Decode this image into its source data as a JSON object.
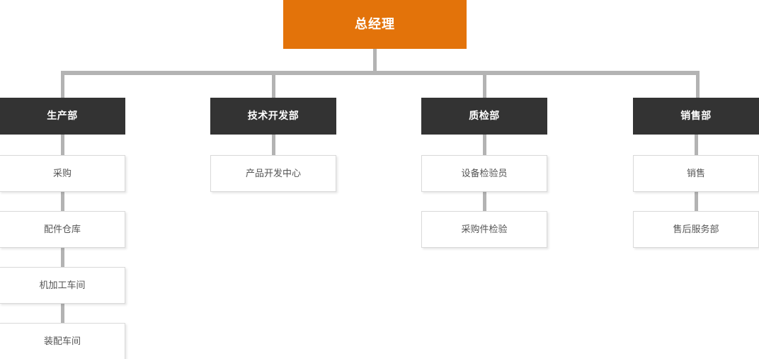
{
  "chart_data": {
    "type": "diagram",
    "diagram_type": "organization-chart",
    "title": "",
    "orientation": "top-down",
    "colors": {
      "root_fill": "#e3730a",
      "root_text": "#ffffff",
      "department_fill": "#333333",
      "department_text": "#ffffff",
      "sub_fill": "#ffffff",
      "sub_text": "#555555",
      "sub_border": "#d9d9d9",
      "connector": "#b3b3b3",
      "background": "#ffffff"
    },
    "nodes": {
      "root": {
        "label": "总经理",
        "level": 1
      },
      "departments": [
        {
          "label": "生产部",
          "level": 2,
          "children": [
            {
              "label": "采购",
              "level": 3
            },
            {
              "label": "配件仓库",
              "level": 3
            },
            {
              "label": "机加工车间",
              "level": 3
            },
            {
              "label": "装配车间",
              "level": 3
            }
          ]
        },
        {
          "label": "技术开发部",
          "level": 2,
          "children": [
            {
              "label": "产品开发中心",
              "level": 3
            }
          ]
        },
        {
          "label": "质检部",
          "level": 2,
          "children": [
            {
              "label": "设备检验员",
              "level": 3
            },
            {
              "label": "采购件检验",
              "level": 3
            }
          ]
        },
        {
          "label": "销售部",
          "level": 2,
          "children": [
            {
              "label": "销售",
              "level": 3
            },
            {
              "label": "售后服务部",
              "level": 3
            }
          ]
        }
      ]
    },
    "edges": [
      {
        "from": "总经理",
        "to": "生产部"
      },
      {
        "from": "总经理",
        "to": "技术开发部"
      },
      {
        "from": "总经理",
        "to": "质检部"
      },
      {
        "from": "总经理",
        "to": "销售部"
      },
      {
        "from": "生产部",
        "to": "采购"
      },
      {
        "from": "采购",
        "to": "配件仓库"
      },
      {
        "from": "配件仓库",
        "to": "机加工车间"
      },
      {
        "from": "机加工车间",
        "to": "装配车间"
      },
      {
        "from": "技术开发部",
        "to": "产品开发中心"
      },
      {
        "from": "质检部",
        "to": "设备检验员"
      },
      {
        "from": "设备检验员",
        "to": "采购件检验"
      },
      {
        "from": "销售部",
        "to": "销售"
      },
      {
        "from": "销售",
        "to": "售后服务部"
      }
    ]
  },
  "root": {
    "label": "总经理"
  },
  "columns": [
    {
      "dept": "生产部",
      "sub": [
        {
          "label": "采购"
        },
        {
          "label": "配件仓库"
        },
        {
          "label": "机加工车间"
        },
        {
          "label": "装配车间"
        }
      ]
    },
    {
      "dept": "技术开发部",
      "sub": [
        {
          "label": "产品开发中心"
        }
      ]
    },
    {
      "dept": "质检部",
      "sub": [
        {
          "label": "设备检验员"
        },
        {
          "label": "采购件检验"
        }
      ]
    },
    {
      "dept": "销售部",
      "sub": [
        {
          "label": "销售"
        },
        {
          "label": "售后服务部"
        }
      ]
    }
  ]
}
